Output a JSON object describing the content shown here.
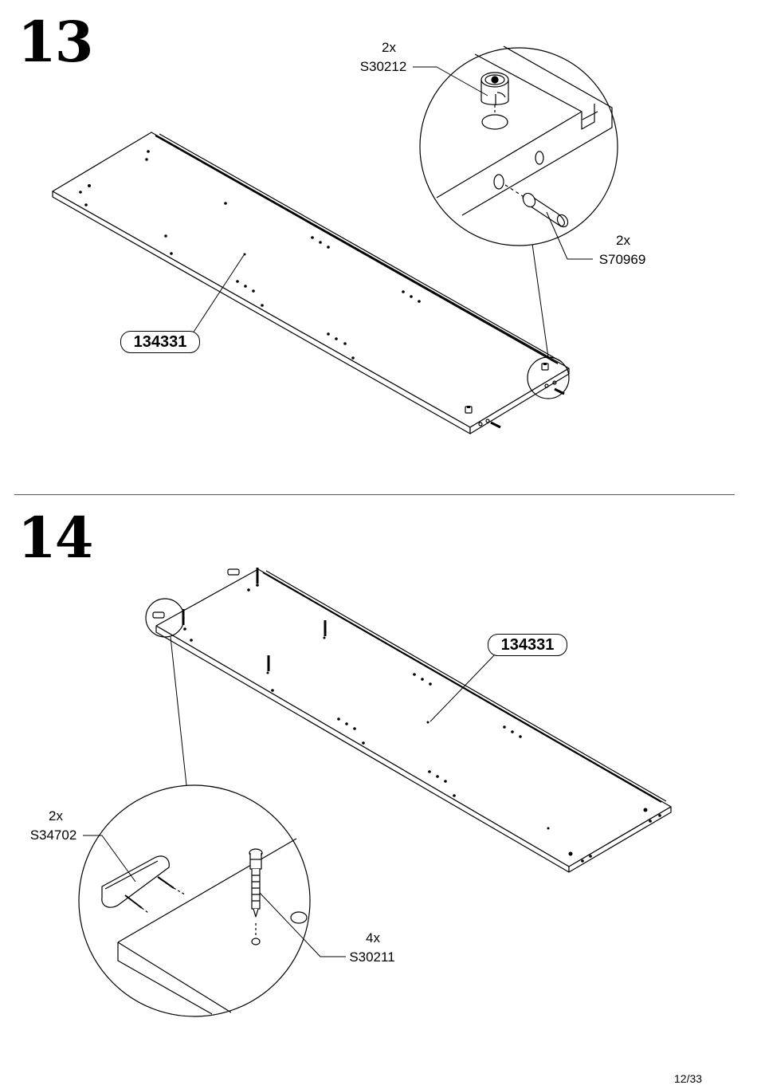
{
  "page": {
    "number": "12/33"
  },
  "steps": [
    {
      "number": "13",
      "panel_label": "134331",
      "parts": [
        {
          "qty": "2x",
          "code": "S30212",
          "icon": "cam-lock-icon"
        },
        {
          "qty": "2x",
          "code": "S70969",
          "icon": "wood-dowel-icon"
        }
      ]
    },
    {
      "number": "14",
      "panel_label": "134331",
      "parts": [
        {
          "qty": "2x",
          "code": "S34702",
          "icon": "plastic-glide-icon"
        },
        {
          "qty": "4x",
          "code": "S30211",
          "icon": "cam-bolt-icon"
        }
      ]
    }
  ]
}
